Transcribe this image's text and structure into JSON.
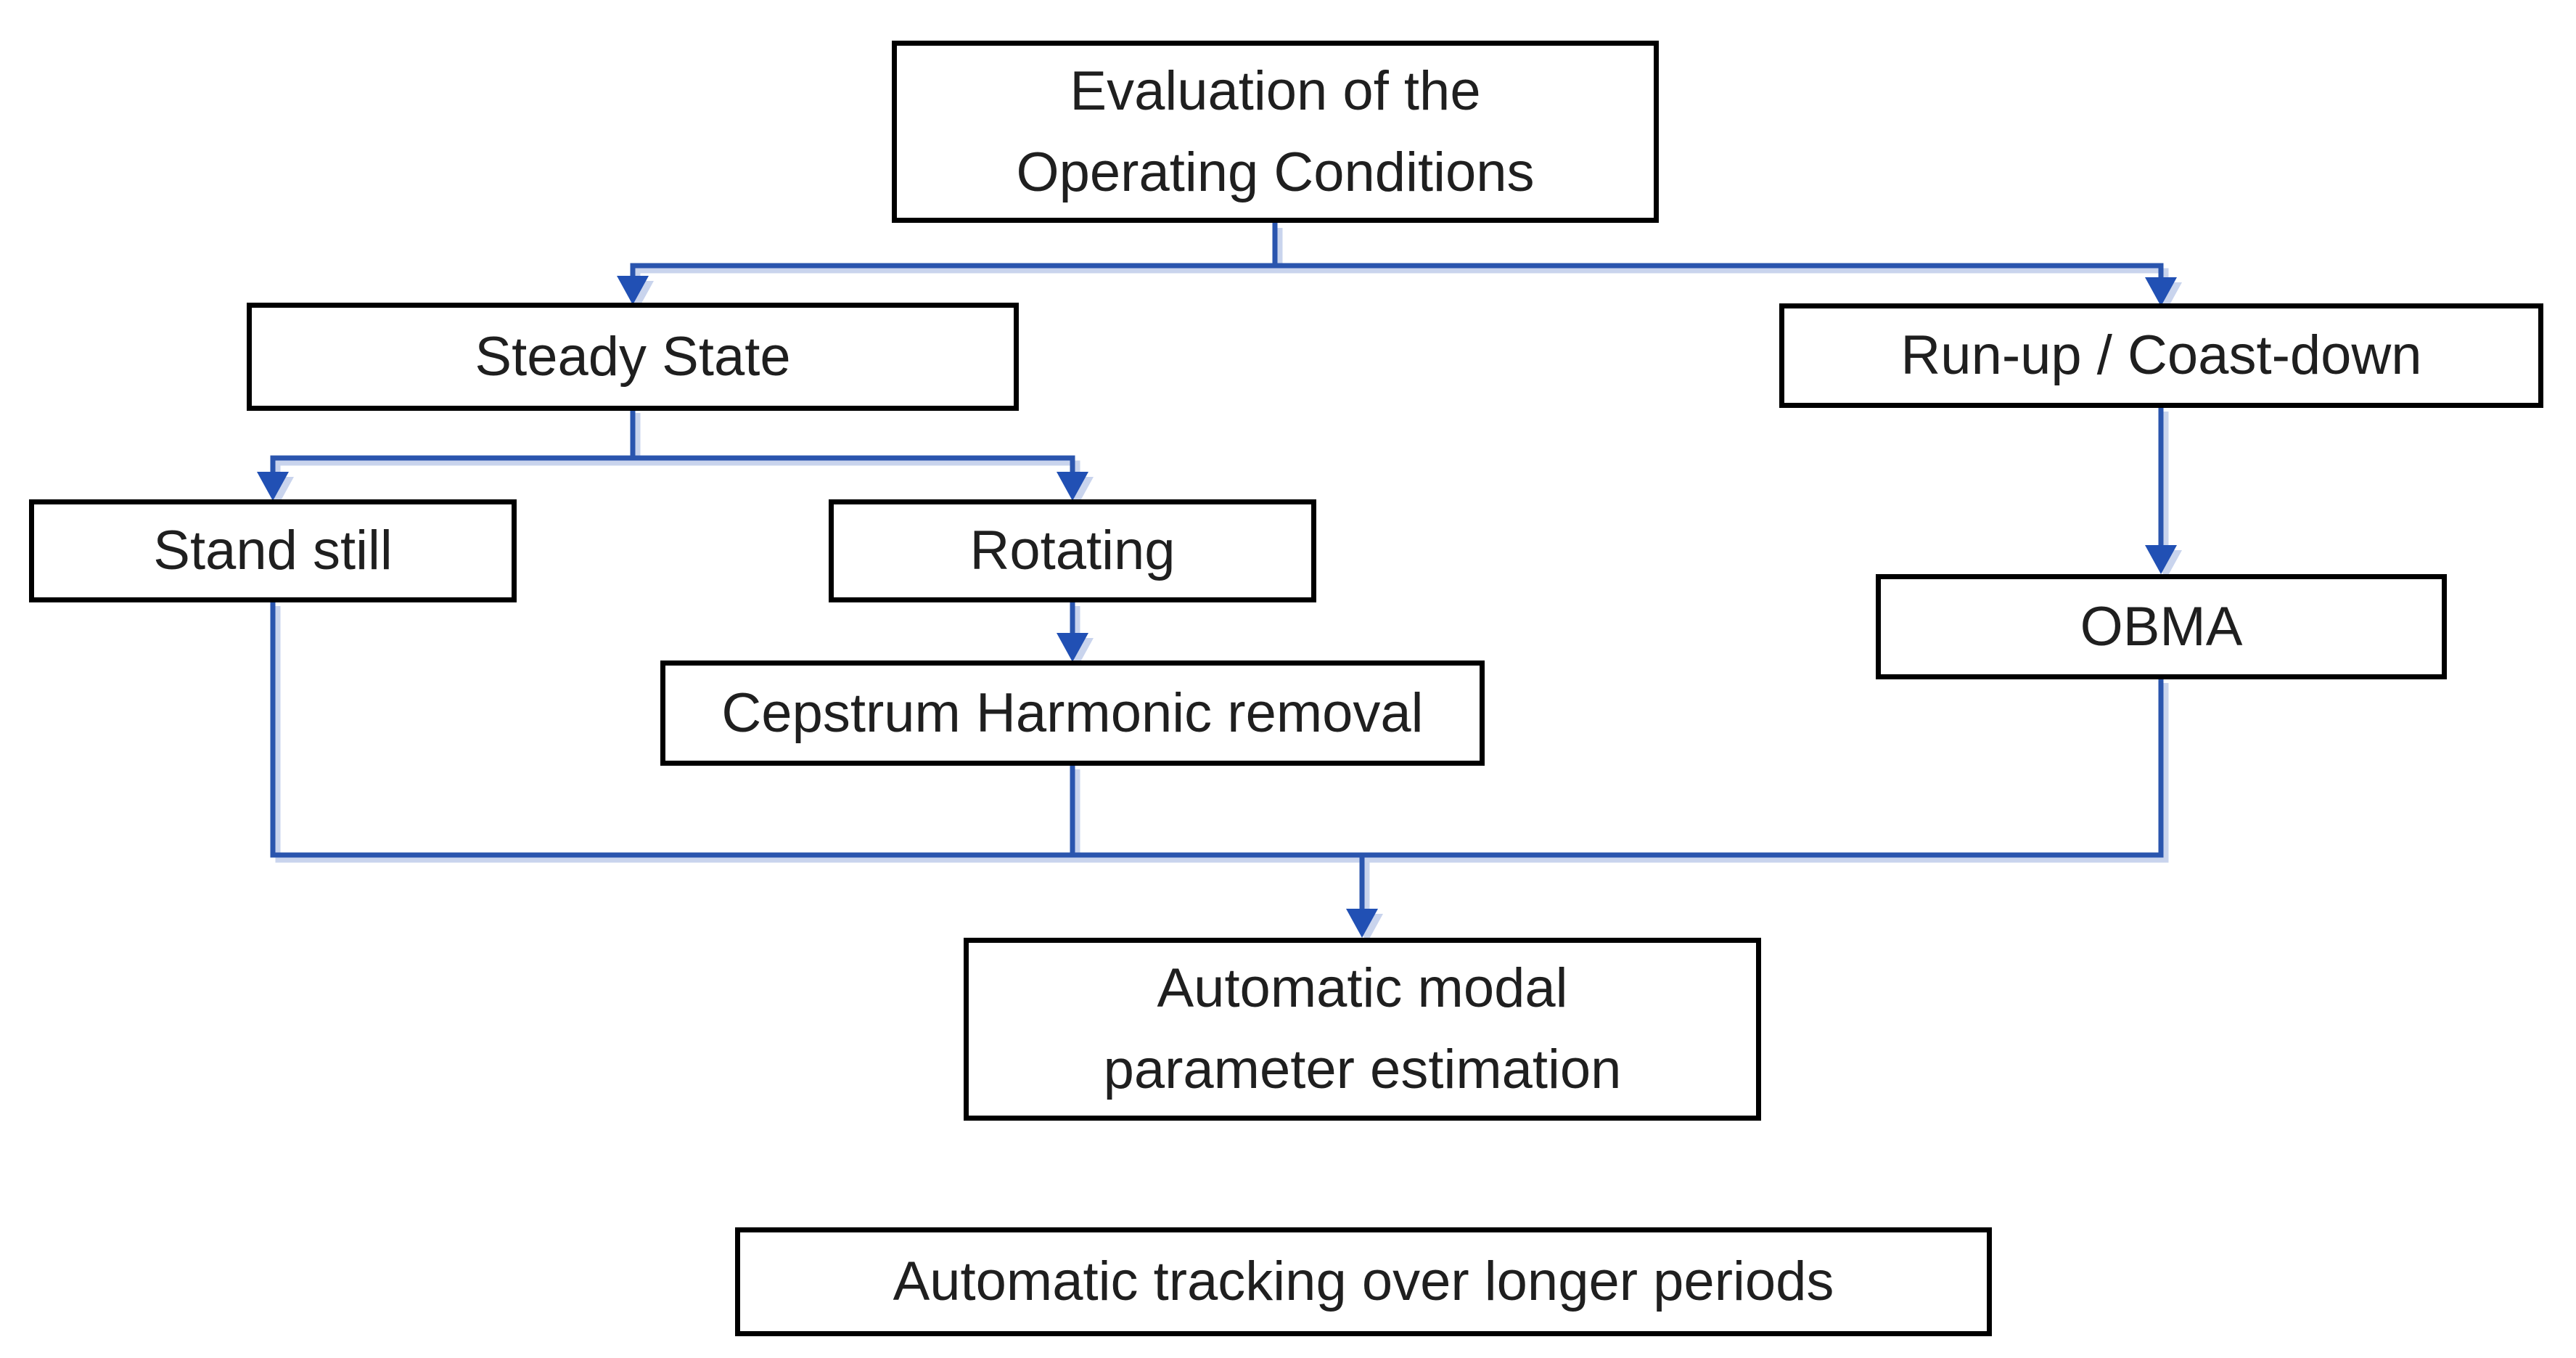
{
  "diagram": {
    "type": "flowchart",
    "background": "#ffffff",
    "colors": {
      "box_border": "#000000",
      "box_fill": "#ffffff",
      "text": "#1f1f1f",
      "connector": "#2a55ae",
      "connector_ghost": "#c9d4ed",
      "arrowhead": "#2150b4"
    },
    "nodes": {
      "eval": {
        "lines": [
          "Evaluation of the",
          "Operating Conditions"
        ]
      },
      "steady": {
        "lines": [
          "Steady State"
        ]
      },
      "runup": {
        "lines": [
          "Run-up / Coast-down"
        ]
      },
      "stand": {
        "lines": [
          "Stand still"
        ]
      },
      "rotating": {
        "lines": [
          "Rotating"
        ]
      },
      "cepstrum": {
        "lines": [
          "Cepstrum Harmonic removal"
        ]
      },
      "obma": {
        "lines": [
          "OBMA"
        ]
      },
      "automodal": {
        "lines": [
          "Automatic modal",
          "parameter estimation"
        ]
      },
      "tracking": {
        "lines": [
          "Automatic tracking over longer periods"
        ]
      }
    },
    "edges": [
      {
        "from": "eval",
        "to": "steady",
        "arrow": true
      },
      {
        "from": "eval",
        "to": "runup",
        "arrow": true
      },
      {
        "from": "steady",
        "to": "stand",
        "arrow": true
      },
      {
        "from": "steady",
        "to": "rotating",
        "arrow": true
      },
      {
        "from": "rotating",
        "to": "cepstrum",
        "arrow": true
      },
      {
        "from": "runup",
        "to": "obma",
        "arrow": true
      },
      {
        "from": "stand",
        "to": "automodal",
        "arrow": true
      },
      {
        "from": "cepstrum",
        "to": "automodal",
        "arrow": true
      },
      {
        "from": "obma",
        "to": "automodal",
        "arrow": true
      }
    ]
  }
}
